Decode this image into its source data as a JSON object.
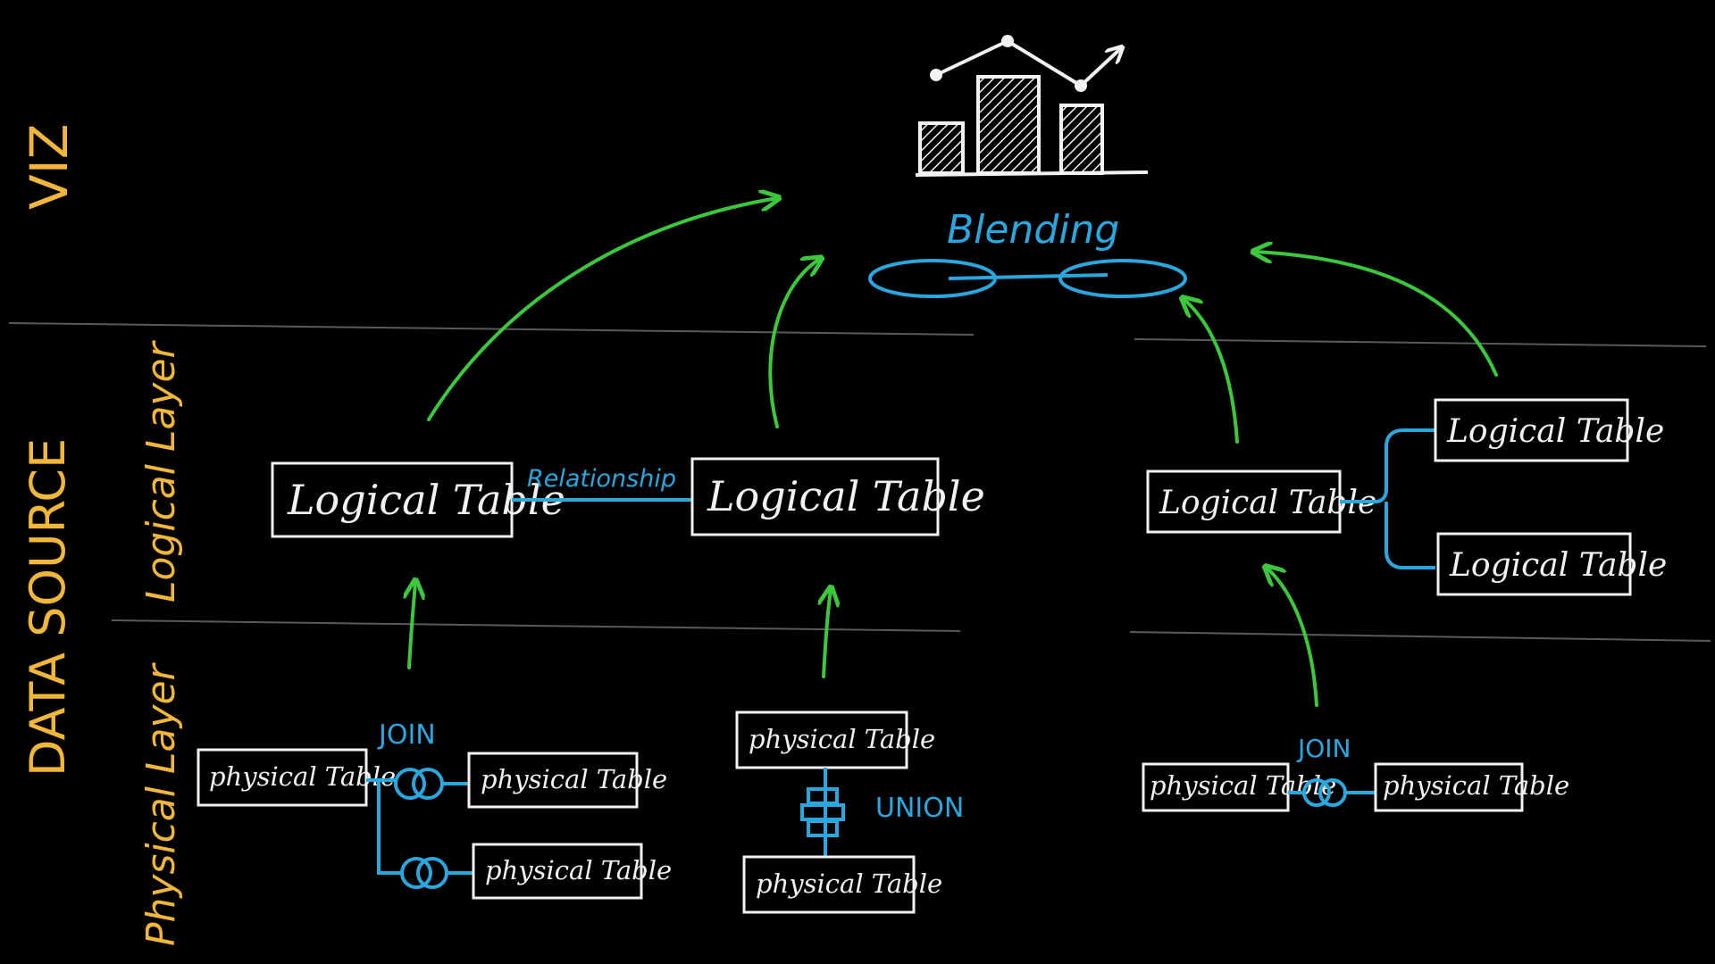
{
  "layers": {
    "viz": "VIZ",
    "data_source": "DATA SOURCE",
    "logical": "Logical Layer",
    "physical": "Physical Layer"
  },
  "blending": {
    "label": "Blending"
  },
  "left_model": {
    "logical_left": "Logical Table",
    "logical_right": "Logical Table",
    "relationship": "Relationship",
    "join_label": "JOIN",
    "physical_a": "physical Table",
    "physical_b": "physical Table",
    "physical_c": "physical Table",
    "union_label": "UNION",
    "physical_d": "physical Table",
    "physical_e": "physical Table"
  },
  "right_model": {
    "logical_main": "Logical Table",
    "logical_top": "Logical Table",
    "logical_bottom": "Logical Table",
    "join_label": "JOIN",
    "physical_a": "physical Table",
    "physical_b": "physical Table"
  },
  "colors": {
    "background": "#000000",
    "layer_labels": "#f0b73a",
    "connectors": "#2aa7de",
    "arrows": "#3cc83c",
    "boxes": "#f2f2f2"
  }
}
